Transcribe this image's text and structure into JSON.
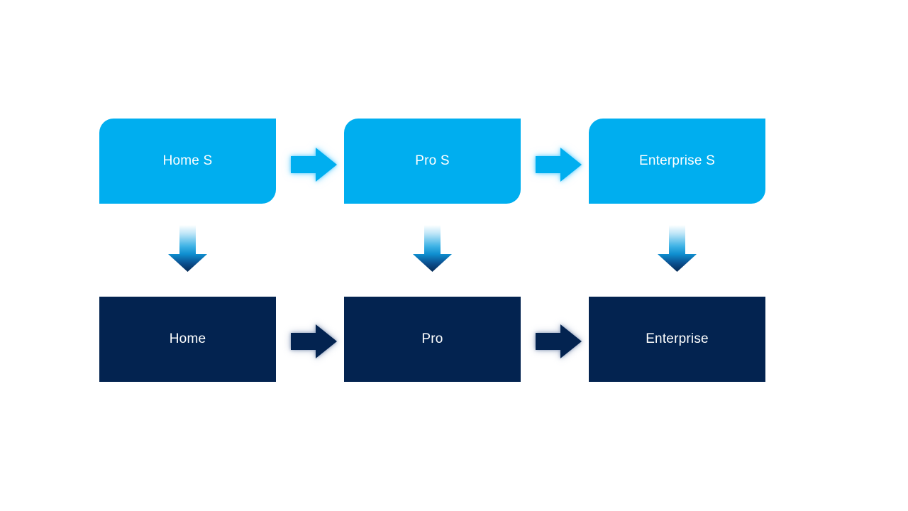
{
  "diagram": {
    "colors": {
      "light_blue": "#00AEEF",
      "dark_navy": "#032350",
      "down_arrow_gradient_top": "#FFFFFF",
      "down_arrow_gradient_mid": "#3FB3E6",
      "down_arrow_gradient_bottom": "#062A55"
    },
    "top_row": [
      {
        "label": "Home S"
      },
      {
        "label": "Pro S"
      },
      {
        "label": "Enterprise S"
      }
    ],
    "bottom_row": [
      {
        "label": "Home"
      },
      {
        "label": "Pro"
      },
      {
        "label": "Enterprise"
      }
    ]
  }
}
